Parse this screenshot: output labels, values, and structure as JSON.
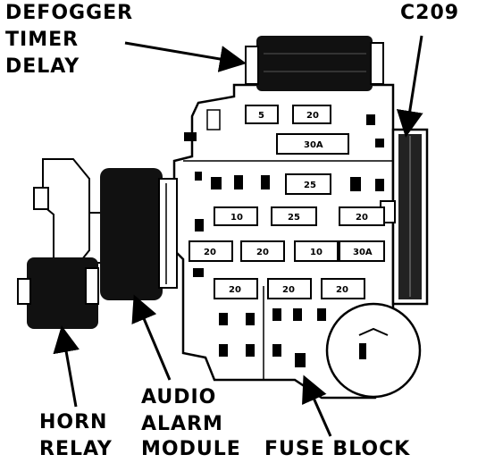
{
  "labels": {
    "defogger_line1": "DEFOGGER",
    "defogger_line2": "TIMER",
    "defogger_line3": "DELAY",
    "connector": "C209",
    "audio_line1": "AUDIO",
    "audio_line2": "ALARM",
    "audio_line3": "MODULE",
    "horn_line1": "HORN",
    "horn_line2": "RELAY",
    "fuse_block": "FUSE BLOCK"
  },
  "fuse_ratings": {
    "r1a": "5",
    "r1b": "20",
    "r2": "30A",
    "r3": "25",
    "r4a": "10",
    "r4b": "25",
    "r4c": "20",
    "r5a": "20",
    "r5b": "20",
    "r5c": "10",
    "r5d": "30A",
    "r6a": "20",
    "r6b": "20",
    "r6c": "20"
  },
  "colors": {
    "ink": "#000000",
    "paper": "#ffffff"
  }
}
